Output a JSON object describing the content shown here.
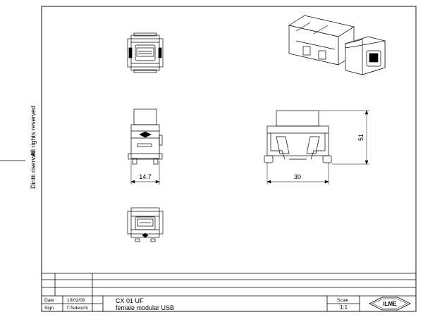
{
  "side_notes": {
    "rights_reserved": "All rights reserved",
    "diritti_riservati": "Diritti riservati"
  },
  "dimensions": {
    "width_front": "14.7",
    "width_side": "30",
    "height_side": "51"
  },
  "title_block": {
    "date_label": "Date",
    "date_value": "10/02/09",
    "sign_label": "Sign.",
    "sign_value": "T.Tedeschi",
    "code": "CX 01 UF",
    "description": "female modular USB",
    "scale_label": "Scale",
    "scale_value": "1:1",
    "logo_text": "ILME"
  }
}
